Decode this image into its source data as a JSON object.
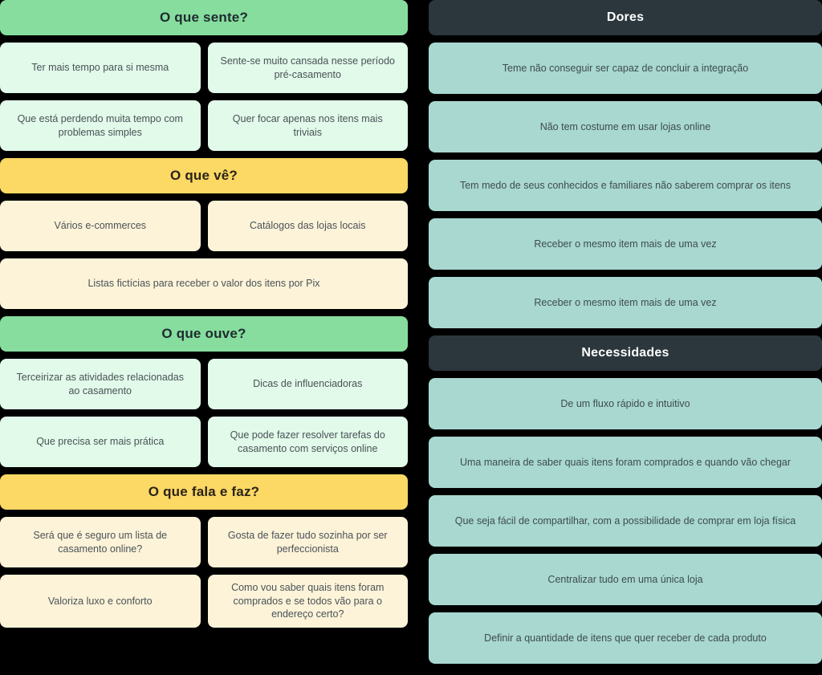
{
  "board": {
    "type": "empathy-map",
    "background_color": "#000000",
    "palette": {
      "header_green": "#86DD9D",
      "header_yellow": "#FCD864",
      "header_dark": "#2B373D",
      "card_green": "#E1FAE9",
      "card_cream": "#FDF3D8",
      "card_teal": "#A8D8D0",
      "text_dark": "#1E2A30",
      "text_body": "#4A5258",
      "text_on_dark": "#FFFFFF"
    }
  },
  "left_column": {
    "sections": [
      {
        "title": "O que sente?",
        "header_style": "green",
        "card_style": "green",
        "rows": [
          [
            "Ter mais tempo para si mesma",
            "Sente-se muito cansada nesse período pré-casamento"
          ],
          [
            "Que está perdendo muita tempo com problemas simples",
            "Quer focar apenas nos itens mais triviais"
          ]
        ]
      },
      {
        "title": "O que vê?",
        "header_style": "yellow",
        "card_style": "cream",
        "rows": [
          [
            "Vários e-commerces",
            "Catálogos das lojas locais"
          ],
          [
            "Listas fictícias para receber o valor dos itens por Pix"
          ]
        ]
      },
      {
        "title": "O que ouve?",
        "header_style": "green",
        "card_style": "green",
        "rows": [
          [
            "Terceirizar as atividades relacionadas ao casamento",
            "Dicas de influenciadoras"
          ],
          [
            "Que precisa ser mais prática",
            "Que pode fazer resolver tarefas do casamento com serviços online"
          ]
        ]
      },
      {
        "title": "O que fala e faz?",
        "header_style": "yellow",
        "card_style": "cream",
        "rows": [
          [
            "Será que é seguro um lista de casamento online?",
            "Gosta de fazer tudo sozinha por ser perfeccionista"
          ],
          [
            "Valoriza luxo e conforto",
            "Como vou saber quais itens foram comprados e se todos vão para o endereço certo?"
          ]
        ]
      }
    ]
  },
  "right_column": {
    "sections": [
      {
        "title": "Dores",
        "header_style": "dark",
        "card_style": "teal",
        "cards": [
          "Teme não conseguir ser capaz de concluir a integração",
          "Não tem  costume em usar lojas online",
          "Tem medo de seus conhecidos e familiares não saberem comprar os itens",
          "Receber o mesmo item mais de uma vez",
          "Receber o mesmo item mais de uma vez"
        ]
      },
      {
        "title": "Necessidades",
        "header_style": "dark",
        "card_style": "teal",
        "cards": [
          "De um fluxo rápido e intuitivo",
          "Uma maneira de saber quais itens foram comprados e quando vão chegar",
          "Que seja fácil de compartilhar, com a possibilidade de comprar em loja física",
          "Centralizar tudo em uma única loja",
          "Definir a quantidade de itens que quer receber de cada produto"
        ]
      }
    ]
  }
}
